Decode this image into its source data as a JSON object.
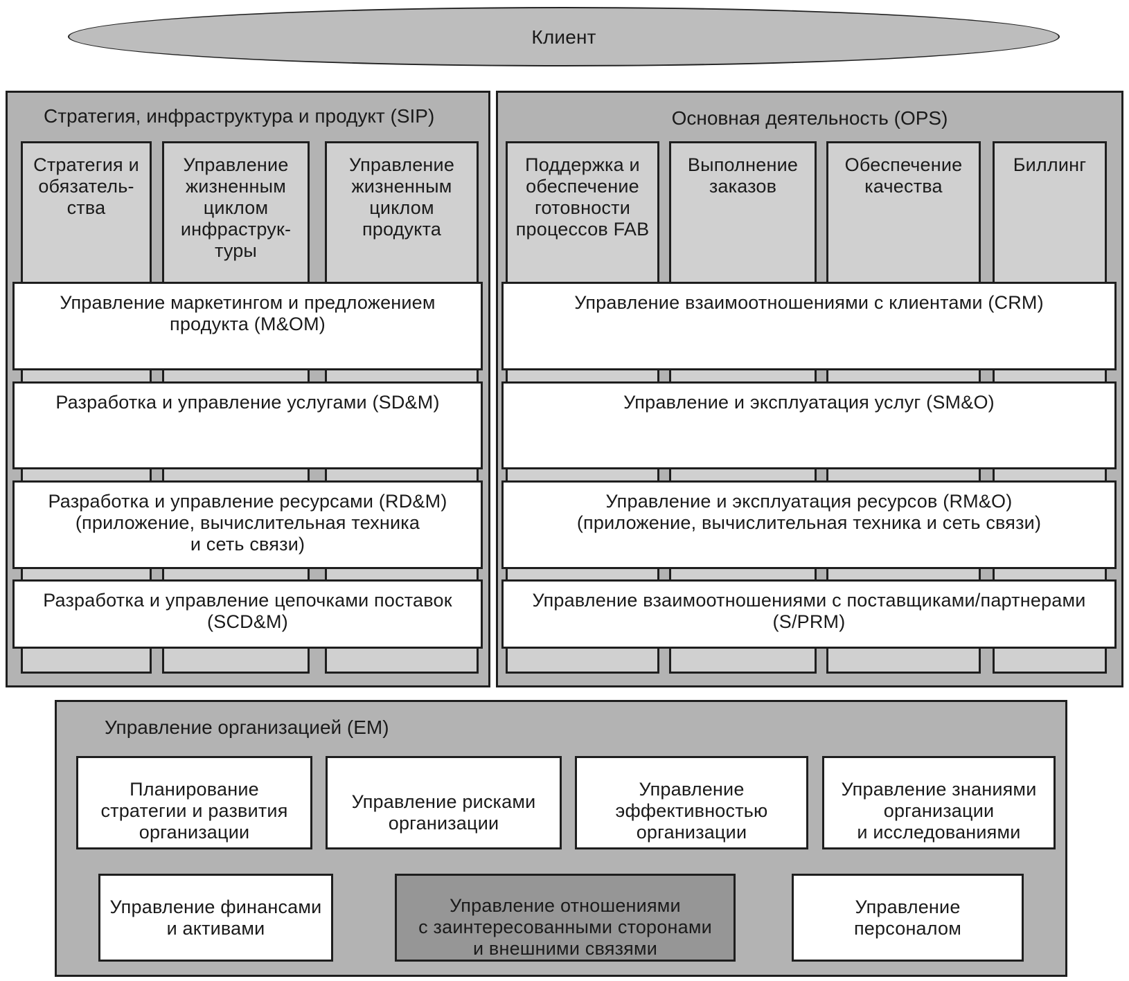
{
  "client": {
    "label": "Клиент"
  },
  "sip": {
    "title": "Стратегия, инфраструктура и продукт (SIP)",
    "columns": [
      "Стратегия и\nобязатель-\nства",
      "Управление\nжизненным\nциклом\nинфраструк-\nтуры",
      "Управление\nжизненным\nциклом\nпродукта"
    ],
    "rows": [
      "Управление маркетингом и предложением\nпродукта (M&OM)",
      "Разработка и управление услугами (SD&M)",
      "Разработка и управление ресурсами (RD&M)\n(приложение, вычислительная техника\nи сеть связи)",
      "Разработка и управление цепочками поставок\n(SCD&M)"
    ]
  },
  "ops": {
    "title": "Основная деятельность (OPS)",
    "columns": [
      "Поддержка и\nобеспечение\nготовности\nпроцессов FAB",
      "Выполнение\nзаказов",
      "Обеспечение\nкачества",
      "Биллинг"
    ],
    "rows": [
      "Управление взаимоотношениями с клиентами (CRM)",
      "Управление и эксплуатация услуг (SM&O)",
      "Управление и эксплуатация ресурсов (RM&O)\n(приложение, вычислительная техника и сеть связи)",
      "Управление взаимоотношениями с поставщиками/партнерами\n(S/PRM)"
    ]
  },
  "em": {
    "title": "Управление организацией (EM)",
    "boxes": [
      "Планирование\nстратегии и развития\nорганизации",
      "Управление рисками\nорганизации",
      "Управление\nэффективностью\nорганизации",
      "Управление знаниями\nорганизации\nи исследованиями",
      "Управление финансами\nи активами",
      "Управление отношениями\nс заинтересованными сторонами\nи внешними связями",
      "Управление\nперсоналом"
    ]
  },
  "colors": {
    "panel": "#b3b3b3",
    "column": "#d0d0d0",
    "row": "#ffffff",
    "highlight_box": "#969696",
    "client": "#bdbdbd",
    "border": "#1e1e1e"
  }
}
